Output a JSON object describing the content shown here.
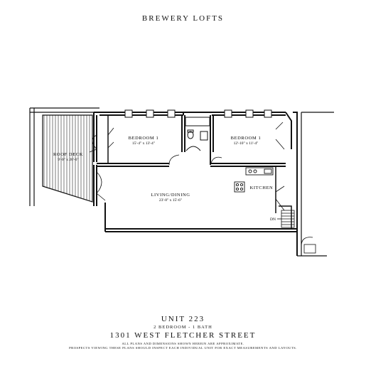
{
  "header": {
    "title": "BREWERY LOFTS"
  },
  "rooms": {
    "roof_deck": {
      "name": "ROOF DECK",
      "dims": "9'-0\" x 20'-6\""
    },
    "bedroom_1": {
      "name": "BEDROOM 1",
      "dims": "15'-4\" x 13'-4\""
    },
    "bedroom_2": {
      "name": "BEDROOM 1",
      "dims": "12'-10\" x 11'-4\""
    },
    "living": {
      "name": "LIVING/DINING",
      "dims": "23'-8\" x 15'-6\""
    },
    "kitchen": {
      "name": "KITCHEN"
    },
    "stair": {
      "label": "DN"
    }
  },
  "footer": {
    "unit": "UNIT 223",
    "beds": "2 BEDROOM - 1 BATH",
    "street": "1301 WEST FLETCHER STREET",
    "note1": "ALL PLANS AND DIMENSIONS SHOWN HEREIN ARE APPROXIMATE.",
    "note2": "PROSPECTS VIEWING THESE PLANS SHOULD INSPECT EACH INDIVIDUAL UNIT FOR EXACT MEASUREMENTS AND LAYOUTS."
  }
}
